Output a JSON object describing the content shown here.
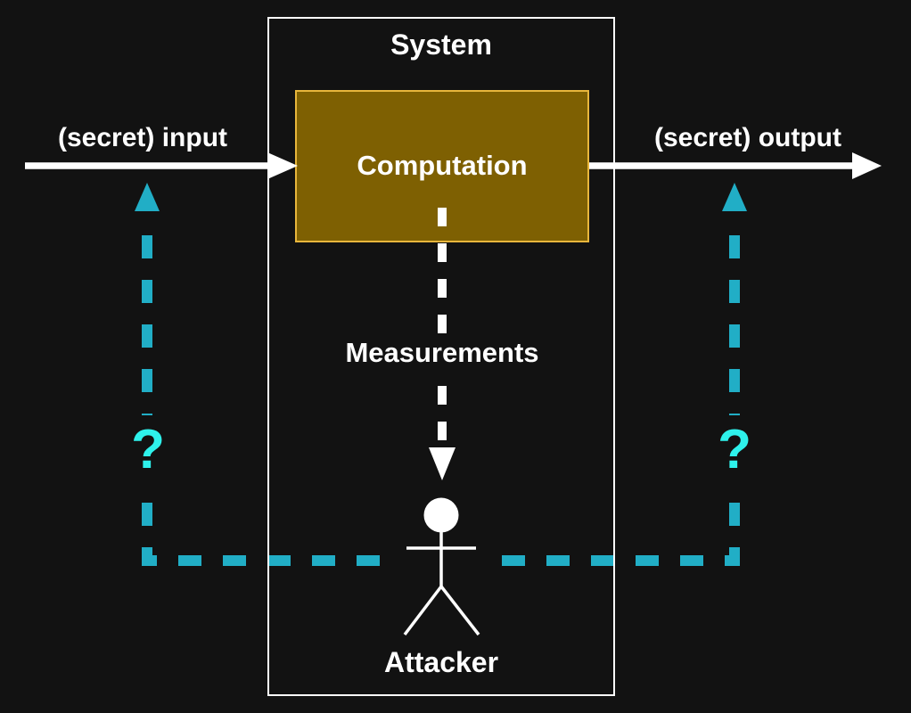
{
  "diagram": {
    "title": "System",
    "computation_label": "Computation",
    "input_label": "(secret) input",
    "output_label": "(secret) output",
    "measurements_label": "Measurements",
    "attacker_label": "Attacker",
    "question_left": "?",
    "question_right": "?"
  },
  "colors": {
    "background": "#121212",
    "foreground_white": "#ffffff",
    "computation_fill": "#7e6002",
    "computation_border": "#e8b63c",
    "attacker_channel_dash": "#21aec6",
    "question_mark": "#2ef2ec"
  },
  "icons": {
    "attacker_figure": "stick-person-icon"
  }
}
